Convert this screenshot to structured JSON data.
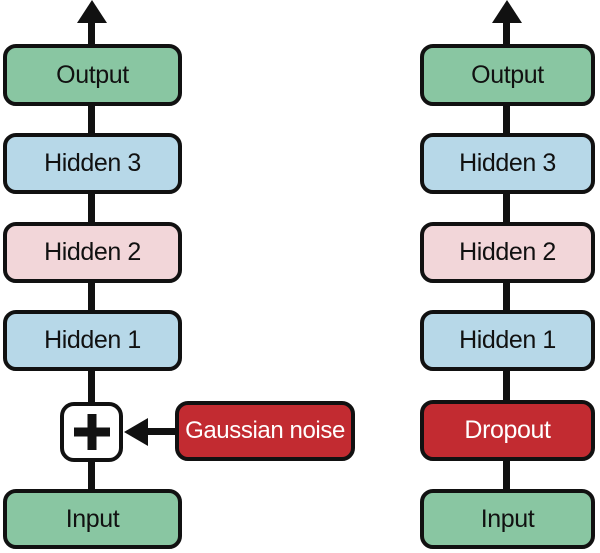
{
  "colors": {
    "green": "#89c6a2",
    "blue": "#b7d8e8",
    "pink": "#f2d6d9",
    "red": "#c22b31",
    "line": "#111111",
    "node_fill": "#ffffff",
    "text_dark": "#111111",
    "text_light": "#ffffff"
  },
  "left_network": {
    "layers": [
      {
        "label": "Output",
        "fill": "green"
      },
      {
        "label": "Hidden 3",
        "fill": "blue"
      },
      {
        "label": "Hidden 2",
        "fill": "pink"
      },
      {
        "label": "Hidden 1",
        "fill": "blue"
      },
      {
        "label": "Input",
        "fill": "green"
      }
    ],
    "noise_node": {
      "symbol": "+",
      "label": "Gaussian noise",
      "fill": "red"
    }
  },
  "right_network": {
    "layers": [
      {
        "label": "Output",
        "fill": "green"
      },
      {
        "label": "Hidden 3",
        "fill": "blue"
      },
      {
        "label": "Hidden 2",
        "fill": "pink"
      },
      {
        "label": "Hidden 1",
        "fill": "blue"
      },
      {
        "label": "Dropout",
        "fill": "red"
      },
      {
        "label": "Input",
        "fill": "green"
      }
    ]
  }
}
